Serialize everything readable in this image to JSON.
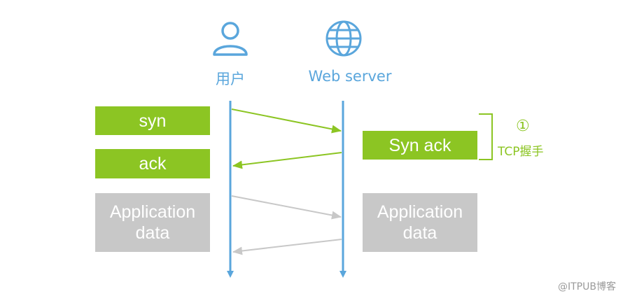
{
  "actors": {
    "user": {
      "label": "用户",
      "icon": "user-icon"
    },
    "server": {
      "label": "Web server",
      "icon": "globe-icon"
    }
  },
  "boxes": {
    "syn": "syn",
    "ack": "ack",
    "syn_ack": "Syn ack",
    "app_client": "Application\ndata",
    "app_server": "Application\ndata"
  },
  "handshake": {
    "step_number": "①",
    "label": "TCP握手"
  },
  "watermark": "@ITPUB博客",
  "colors": {
    "lifeline": "#5aa6dc",
    "accent_green": "#8cc523",
    "data_gray": "#c8c8c8"
  }
}
